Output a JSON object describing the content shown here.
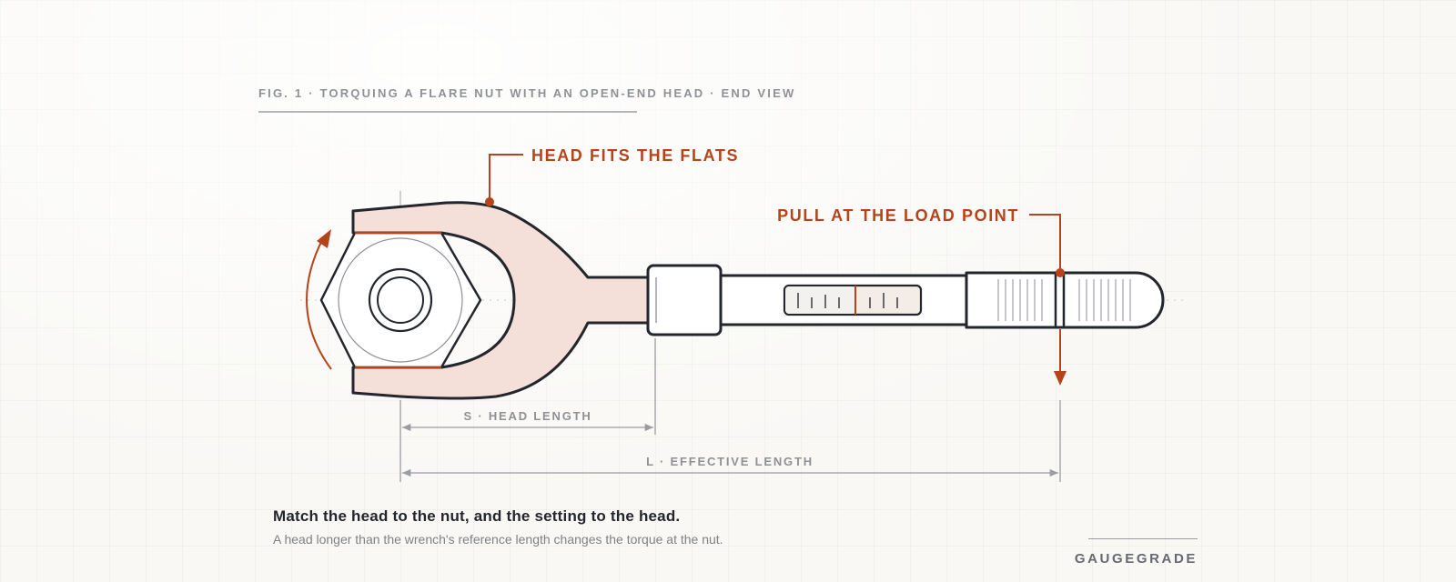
{
  "figure": {
    "title": "FIG. 1 · TORQUING A FLARE NUT WITH AN OPEN-END HEAD · END VIEW"
  },
  "callouts": {
    "head": "HEAD FITS THE FLATS",
    "load": "PULL AT THE LOAD POINT"
  },
  "dimensions": {
    "head_length": "S · HEAD LENGTH",
    "effective_length": "L · EFFECTIVE LENGTH"
  },
  "caption": {
    "title": "Match the head to the nut, and the setting to the head.",
    "body": "A head longer than the wrench's reference length changes the torque at the nut."
  },
  "brand": "GAUGEGRADE",
  "colors": {
    "accent": "#b5441b",
    "head_fill": "#f4e0d8",
    "outline": "#23262d",
    "dimension": "#9a9da2",
    "background": "#f9f8f5"
  }
}
